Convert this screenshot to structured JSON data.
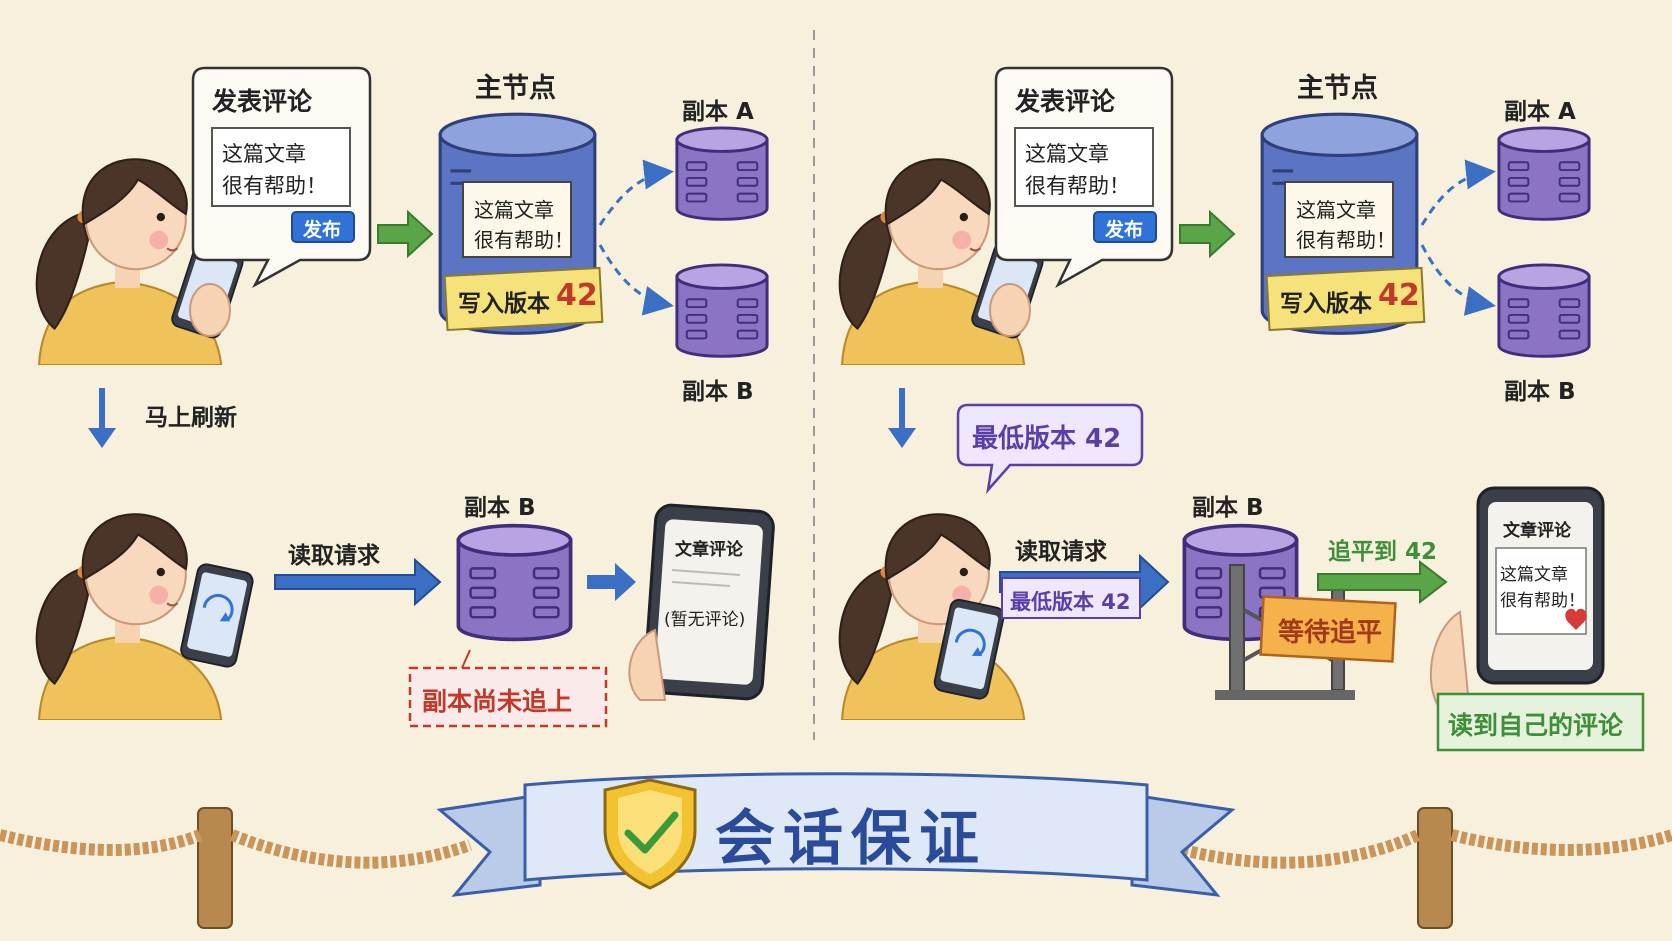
{
  "left": {
    "post_bubble_title": "发表评论",
    "comment_line1": "这篇文章",
    "comment_line2": "很有帮助！",
    "post_button": "发布",
    "primary_label": "主节点",
    "primary_note_line1": "这篇文章",
    "primary_note_line2": "很有帮助！",
    "write_prefix": "写入版本",
    "write_version": "42",
    "replica_a": "副本 A",
    "replica_b_top": "副本 B",
    "refresh_label": "马上刷新",
    "read_request": "读取请求",
    "replica_b_bottom": "副本 B",
    "lagging_note": "副本尚未追上",
    "phone_title": "文章评论",
    "phone_empty": "(暂无评论)"
  },
  "right": {
    "post_bubble_title": "发表评论",
    "comment_line1": "这篇文章",
    "comment_line2": "很有帮助！",
    "post_button": "发布",
    "primary_label": "主节点",
    "primary_note_line1": "这篇文章",
    "primary_note_line2": "很有帮助！",
    "write_prefix": "写入版本",
    "write_version": "42",
    "replica_a": "副本 A",
    "replica_b_top": "副本 B",
    "min_version_bubble": "最低版本 42",
    "read_request": "读取请求",
    "min_version_tag": "最低版本 42",
    "replica_b_bottom": "副本 B",
    "wait_sign": "等待追平",
    "catch_up": "追平到 42",
    "phone_title": "文章评论",
    "phone_line1": "这篇文章",
    "phone_line2": "很有帮助！",
    "read_own": "读到自己的评论"
  },
  "banner_title": "会话保证",
  "colors": {
    "background": "#f7f0dd",
    "primary_db": "#5b74c4",
    "replica_db": "#8c74c4",
    "arrow_blue": "#3b6fc4",
    "arrow_green": "#5aa548",
    "warn_red": "#c0392b",
    "note_yellow": "#f6e27a",
    "success_green": "#3f8f3a",
    "version_purple": "#5a3fa8"
  },
  "icons": [
    "refresh-icon",
    "shield-check-icon",
    "heart-icon"
  ]
}
